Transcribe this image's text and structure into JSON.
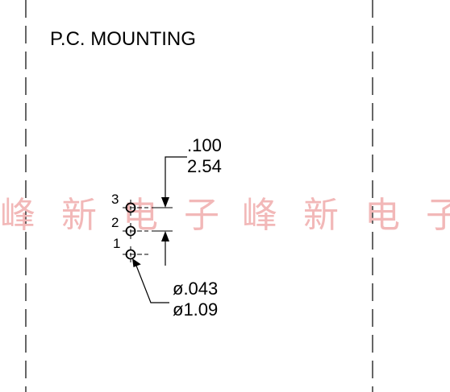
{
  "drawing": {
    "title": "P.C. MOUNTING",
    "pin_labels": [
      "1",
      "2",
      "3"
    ],
    "spacing_inch": ".100",
    "spacing_mm": "2.54",
    "hole_dia_inch": "ø.043",
    "hole_dia_mm": "ø1.09"
  },
  "watermark": {
    "chars": [
      "峰",
      "新",
      "电",
      "子",
      "峰",
      "新",
      "电",
      "子"
    ]
  },
  "colors": {
    "line": "#000000",
    "watermark": "#f2b8b8",
    "background": "#ffffff"
  }
}
